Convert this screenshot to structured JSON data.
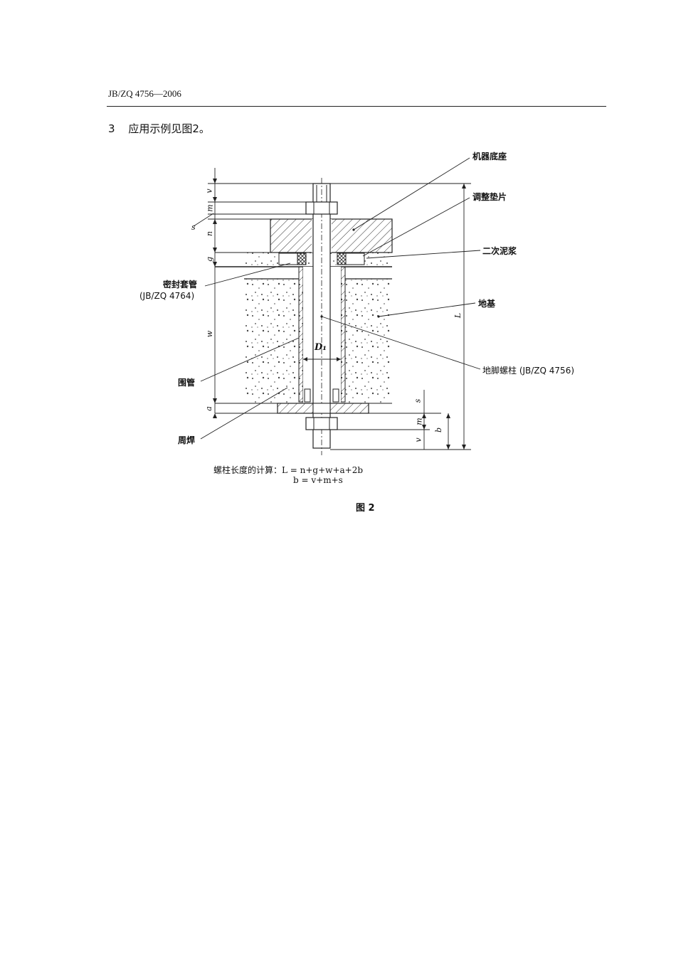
{
  "header": {
    "doc_code": "JB/ZQ 4756—2006"
  },
  "section": {
    "number": "3",
    "text": "应用示例见图2。"
  },
  "labels": {
    "machine_base": "机器底座",
    "shim": "调整垫片",
    "grout": "二次泥浆",
    "seal_sleeve": "密封套管",
    "seal_sleeve_std": "(JB/ZQ 4764)",
    "foundation": "地基",
    "anchor_bolt": "地脚螺柱 (JB/ZQ 4756)",
    "pipe": "围管",
    "weld": "周焊"
  },
  "dims": {
    "v": "v",
    "m": "m",
    "s": "s",
    "n": "n",
    "g": "g",
    "w": "w",
    "a": "a",
    "L": "L",
    "b": "b",
    "D1": "D₁"
  },
  "formula": {
    "line1": "螺柱长度的计算：L = n+g+w+a+2b",
    "line2": "b = v+m+s"
  },
  "figure": {
    "caption": "图 2"
  }
}
